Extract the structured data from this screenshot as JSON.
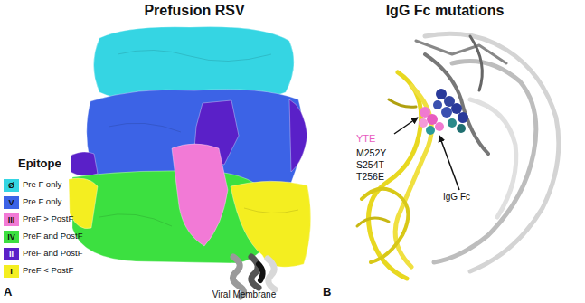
{
  "diagram": {
    "labels": [
      "Prefusion RSV",
      "IgG Fc mutations",
      "Epitope",
      "Ø",
      "V",
      "III",
      "IV",
      "II",
      "I",
      "Viral Membrane",
      "YTE",
      "M252Y",
      "S254T",
      "T256E",
      "IgG Fc",
      "A",
      "B"
    ],
    "legend": [
      {
        "text": "Pre F only",
        "color": "#35d5e3"
      },
      {
        "text": "Pre F only",
        "color": "#3c63e6"
      },
      {
        "text": "PreF > PostF",
        "color": "#f27ad6"
      },
      {
        "text": "PreF and PostF",
        "color": "#3ce040"
      },
      {
        "text": "PreF and PostF",
        "color": "#5a20c8"
      },
      {
        "text": "PreF < PostF",
        "color": "#f4ee20"
      }
    ]
  }
}
